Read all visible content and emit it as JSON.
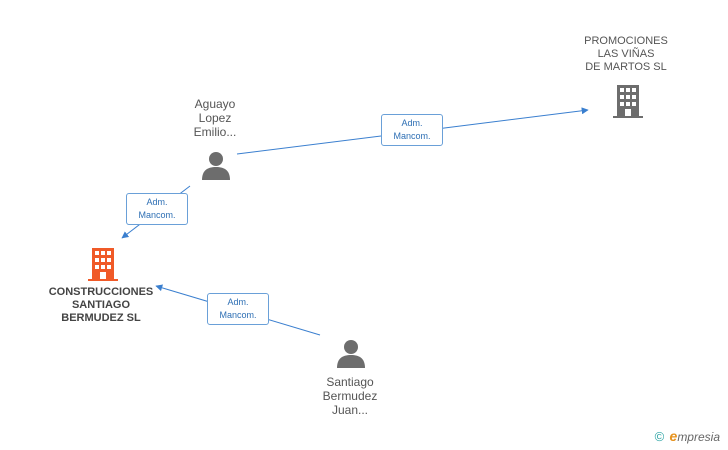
{
  "nodes": {
    "promociones": {
      "lines": [
        "PROMOCIONES",
        "LAS VIÑAS",
        "DE MARTOS SL"
      ],
      "type": "company",
      "color": "#6d6d6d"
    },
    "aguayo": {
      "lines": [
        "Aguayo",
        "Lopez",
        "Emilio..."
      ],
      "type": "person",
      "color": "#6d6d6d"
    },
    "construcciones": {
      "lines": [
        "CONSTRUCCIONES",
        "SANTIAGO",
        "BERMUDEZ SL"
      ],
      "type": "company",
      "color": "#f05a28"
    },
    "santiago": {
      "lines": [
        "Santiago",
        "Bermudez",
        "Juan..."
      ],
      "type": "person",
      "color": "#6d6d6d"
    }
  },
  "edges": [
    {
      "from": "aguayo",
      "to": "promociones",
      "label": [
        "Adm.",
        "Mancom."
      ]
    },
    {
      "from": "aguayo",
      "to": "construcciones",
      "label": [
        "Adm.",
        "Mancom."
      ]
    },
    {
      "from": "santiago",
      "to": "construcciones",
      "label": [
        "Adm.",
        "Mancom."
      ]
    }
  ],
  "colors": {
    "edge": "#3a7fcf",
    "edge_label_border": "#6aa0d8"
  },
  "brand": {
    "copyright": "©",
    "e": "e",
    "name": "mpresia"
  }
}
